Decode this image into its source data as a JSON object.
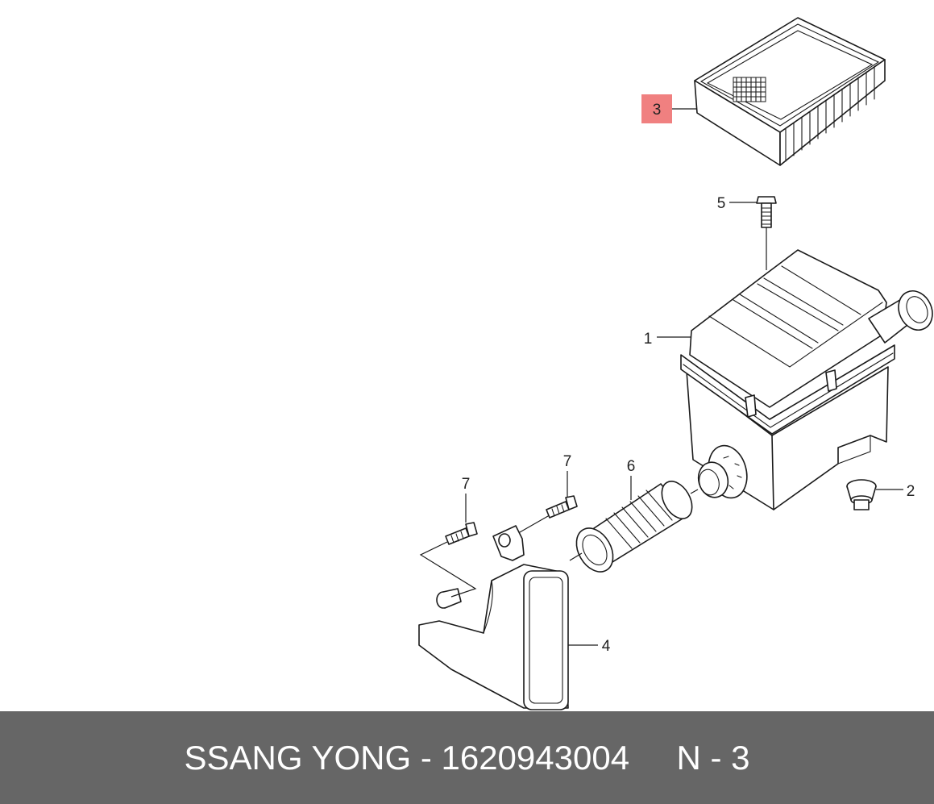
{
  "footer": {
    "brand": "SSANG YONG",
    "separator1": " - ",
    "part_number": "1620943004",
    "gap": "     ",
    "ref_prefix": "N",
    "separator2": " - ",
    "ref_number": "3"
  },
  "callouts": {
    "c1": "1",
    "c2": "2",
    "c3": "3",
    "c4": "4",
    "c5": "5",
    "c6": "6",
    "c7a": "7",
    "c7b": "7"
  },
  "colors": {
    "highlight": "#f08080",
    "footer_bg": "#666666",
    "footer_text": "#ffffff",
    "line": "#1a1a1a"
  }
}
